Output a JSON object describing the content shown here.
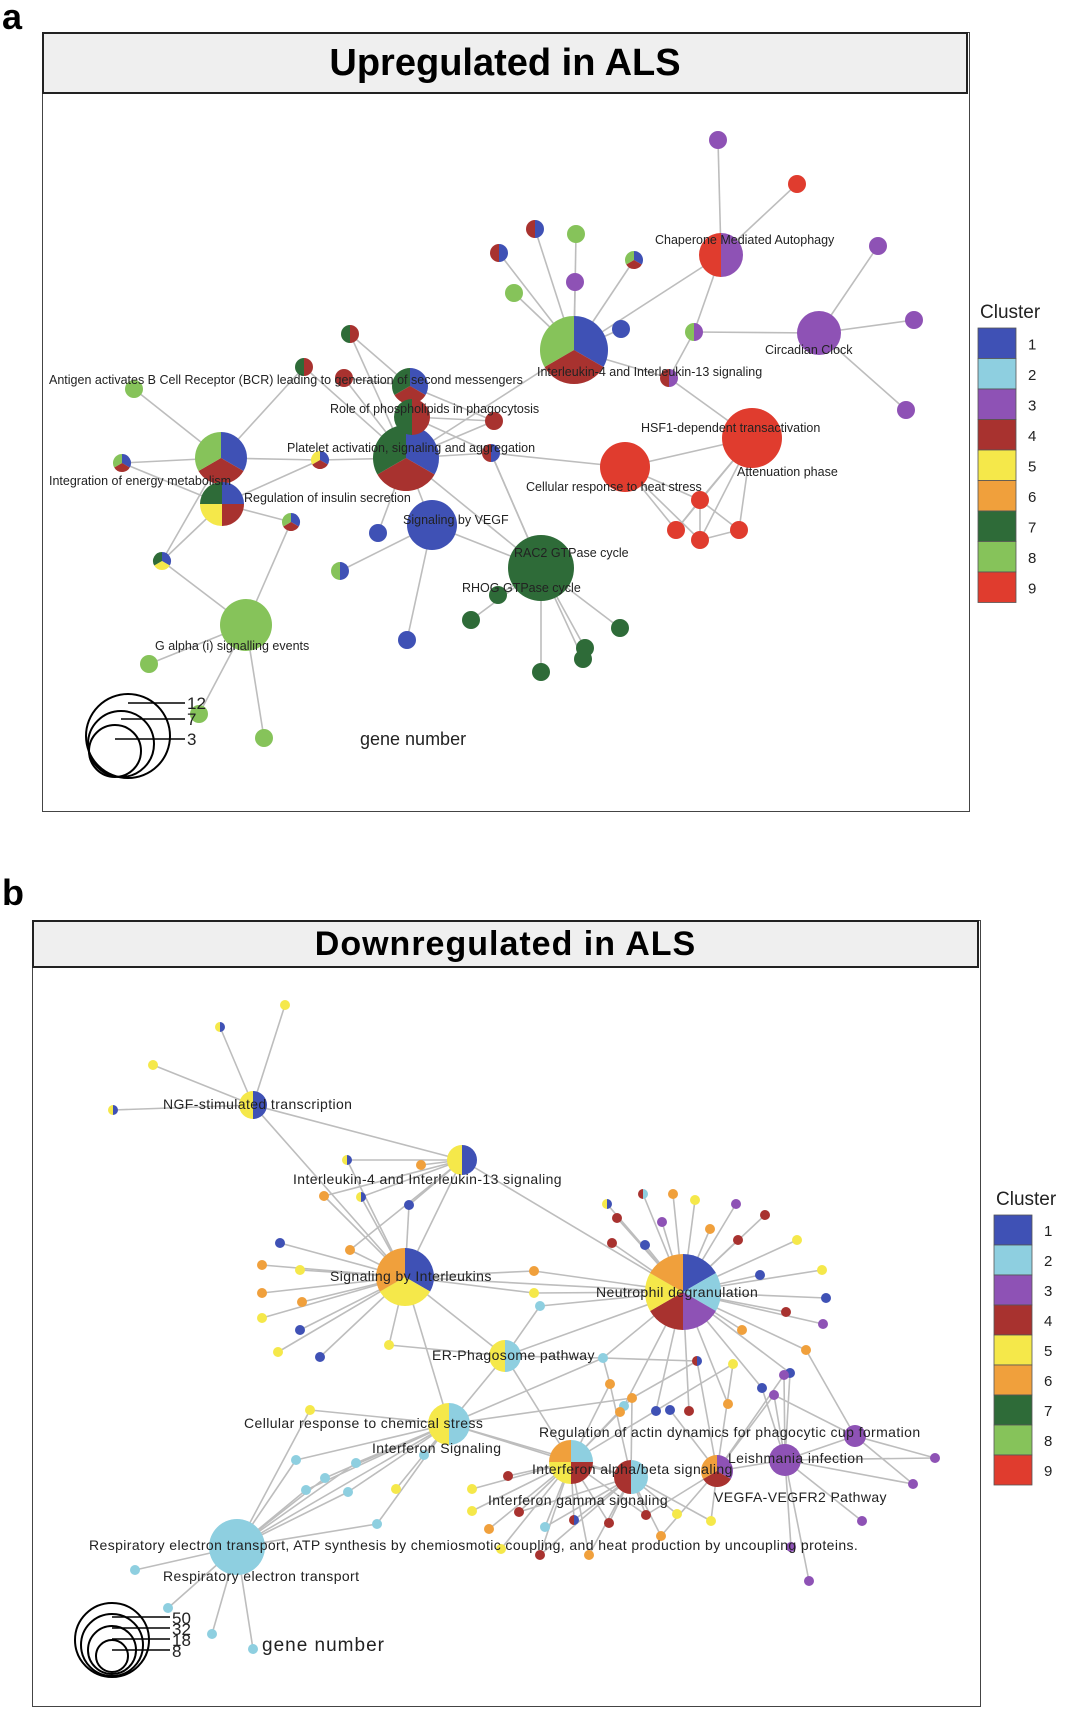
{
  "colors": {
    "1": "#3f51b5",
    "2": "#8ecfe0",
    "3": "#8e52b5",
    "4": "#a8322f",
    "5": "#f5e84a",
    "6": "#f0a03c",
    "7": "#2e6b38",
    "8": "#86c35a",
    "9": "#e03c2e",
    "edge": "#bdbdbd"
  },
  "panel_a": {
    "letter": "a",
    "title": "Upregulated in ALS",
    "legend_title": "Cluster",
    "legend_items": [
      "1",
      "2",
      "3",
      "4",
      "5",
      "6",
      "7",
      "8",
      "9"
    ],
    "size_legend_values": [
      "12",
      "7",
      "3"
    ],
    "size_legend_label": "gene number",
    "labels": [
      "Chaperone Mediated Autophagy",
      "Circadian Clock",
      "Interleukin-4 and Interleukin-13 signaling",
      "HSF1-dependent transactivation",
      "Attenuation phase",
      "Cellular response to heat stress",
      "Antigen activates B Cell Receptor (BCR) leading to generation of second messengers",
      "Role of phospholipids in phagocytosis",
      "Platelet activation, signaling and aggregation",
      "Integration of energy metabolism",
      "Regulation of insulin secretion",
      "Signaling by VEGF",
      "RAC2 GTPase cycle",
      "RHOG GTPase cycle",
      "G alpha (i) signalling events"
    ]
  },
  "panel_b": {
    "letter": "b",
    "title": "Downregulated in ALS",
    "legend_title": "Cluster",
    "legend_items": [
      "1",
      "2",
      "3",
      "4",
      "5",
      "6",
      "7",
      "8",
      "9"
    ],
    "size_legend_values": [
      "50",
      "32",
      "18",
      "8"
    ],
    "size_legend_label": "gene number",
    "labels": [
      "NGF-stimulated transcription",
      "Interleukin-4 and Interleukin-13 signaling",
      "Signaling by Interleukins",
      "Neutrophil degranulation",
      "ER-Phagosome pathway",
      "Cellular response to chemical stress",
      "Interferon Signaling",
      "Regulation of actin dynamics for phagocytic cup formation",
      "Leishmania infection",
      "Interferon alpha/beta signaling",
      "Interferon gamma signaling",
      "VEGFA-VEGFR2 Pathway",
      "Respiratory electron transport, ATP synthesis by chemiosmotic coupling, and heat production by uncoupling proteins.",
      "Respiratory electron transport"
    ]
  }
}
